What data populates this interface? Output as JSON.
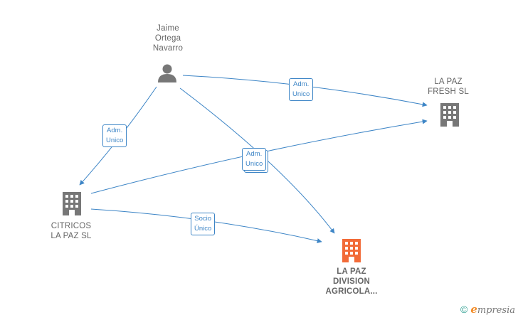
{
  "nodes": {
    "jaime": {
      "label": "Jaime\nOrtega\nNavarro",
      "icon": "person-icon"
    },
    "lapaz_fresh": {
      "label": "LA PAZ\nFRESH  SL",
      "icon": "building-icon"
    },
    "citricos": {
      "label": "CITRICOS\nLA PAZ SL",
      "icon": "building-icon"
    },
    "lapaz_division": {
      "label": "LA PAZ\nDIVISION\nAGRICOLA...",
      "icon": "building-icon"
    }
  },
  "edges": {
    "jaime_fresh": {
      "label": "Adm.\nUnico"
    },
    "jaime_citricos": {
      "label": "Adm.\nUnico"
    },
    "jaime_division": {
      "label": "Adm.\nUnico"
    },
    "citricos_division": {
      "label": "Socio\nÚnico"
    }
  },
  "colors": {
    "edge": "#3d85c6",
    "node_icon": "#777777",
    "main_node_icon": "#f26b38"
  },
  "footer": {
    "copyright_symbol": "©",
    "brand_first_letter": "e",
    "brand_rest": "mpresia"
  }
}
